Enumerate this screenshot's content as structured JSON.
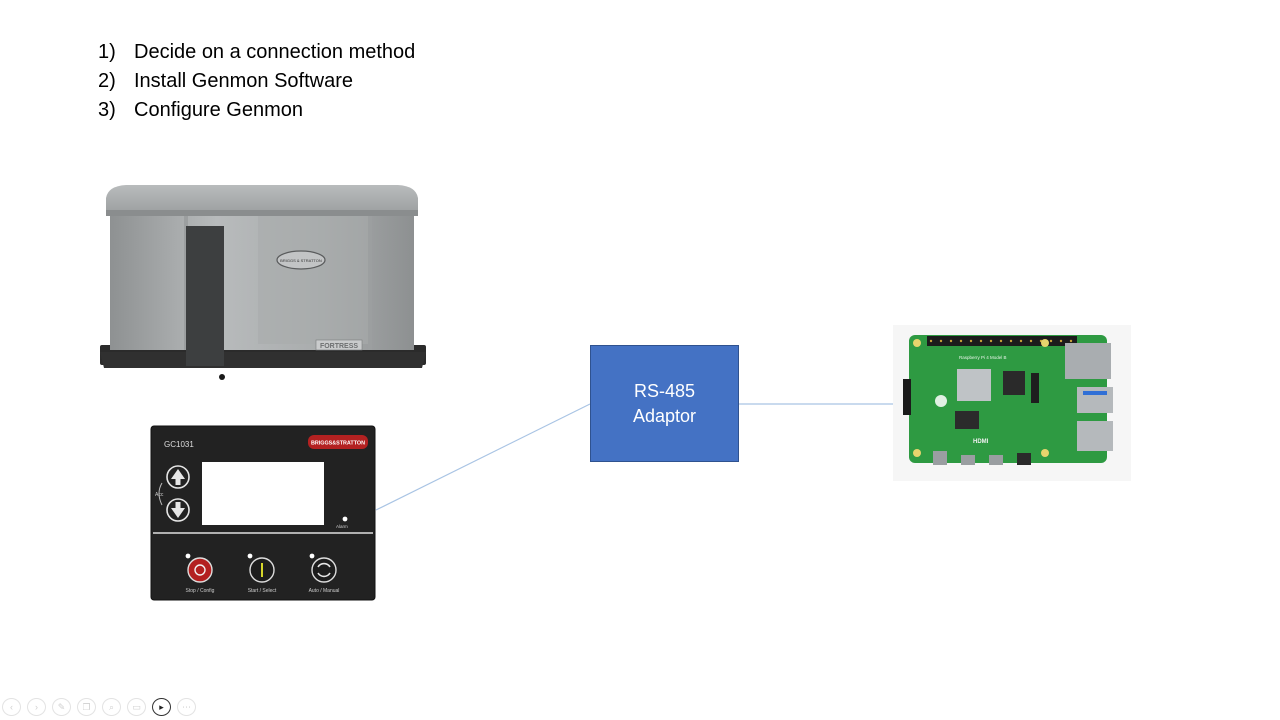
{
  "steps": [
    {
      "number": "1)",
      "text": "Decide on a connection method"
    },
    {
      "number": "2)",
      "text": "Install Genmon Software"
    },
    {
      "number": "3)",
      "text": "Configure Genmon"
    }
  ],
  "adaptor": {
    "line1": "RS-485",
    "line2": "Adaptor"
  },
  "generator": {
    "brand_badge": "BRIGGS & STRATTON",
    "model_plate": "FORTRESS"
  },
  "controller_panel": {
    "model": "GC1031",
    "brand": "BRIGGS&STRATTON",
    "side_label": "Acc",
    "alarm_label": "Alarm",
    "buttons": [
      {
        "label": "Stop / Config"
      },
      {
        "label": "Start / Select"
      },
      {
        "label": "Auto / Manual"
      }
    ]
  },
  "board": {
    "silkscreen": "Raspberry Pi 4 Model B",
    "hdmi_label": "HDMI"
  },
  "colors": {
    "adaptor_fill": "#4472c4",
    "connector_line": "#a9c4e4",
    "pcb_green": "#2e9a42"
  },
  "toolbar": {
    "icons": [
      "prev-arrow-icon",
      "next-arrow-icon",
      "pen-icon",
      "pages-icon",
      "zoom-icon",
      "subtitles-icon",
      "camera-icon",
      "more-icon"
    ]
  }
}
